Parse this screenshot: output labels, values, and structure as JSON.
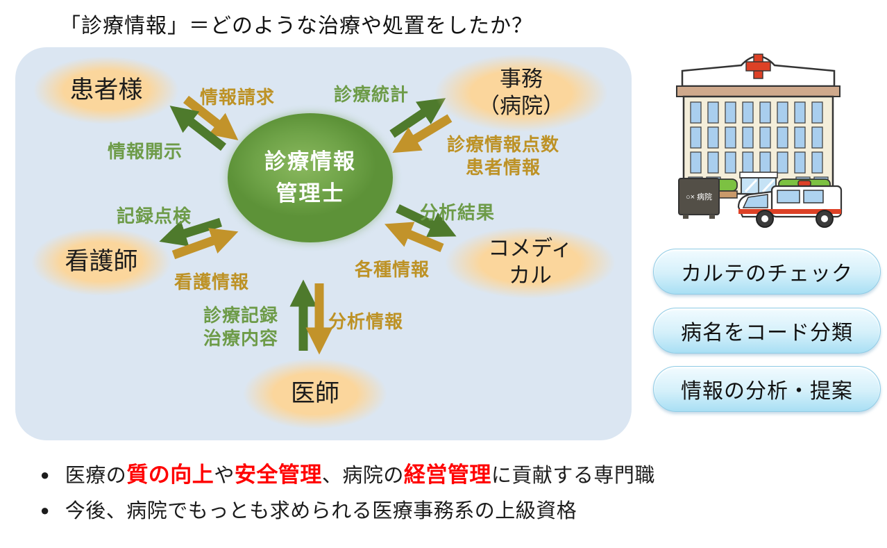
{
  "title": "「診療情報」＝どのような治療や処置をしたか？",
  "center": {
    "line1": "診療情報",
    "line2": "管理士"
  },
  "nodes": {
    "patient": "患者様",
    "office1": "事務",
    "office2": "（病院）",
    "nurse": "看護師",
    "comedical1": "コメディ",
    "comedical2": "カル",
    "doctor": "医師"
  },
  "flows": {
    "request": "情報請求",
    "disclosure": "情報開示",
    "stats": "診療統計",
    "points": "診療情報点数",
    "patient_info": "患者情報",
    "record_check": "記録点検",
    "nursing": "看護情報",
    "analysis_result": "分析結果",
    "various": "各種情報",
    "record": "診療記録",
    "treatment": "治療内容",
    "analysis_info": "分析情報"
  },
  "hospital": {
    "sign": "○× 病院"
  },
  "tasks": [
    "カルテのチェック",
    "病名をコード分類",
    "情報の分析・提案"
  ],
  "bullets": {
    "marker": "●",
    "b1": {
      "s1": "医療の",
      "s2": "質の向上",
      "s3": "や",
      "s4": "安全管理",
      "s5": "、病院の",
      "s6": "経営管理",
      "s7": "に貢献する専門職"
    },
    "b2": "今後、病院でもっとも求められる医療事務系の上級資格"
  },
  "colors": {
    "panel_blue": "#dbe6f2",
    "node_orange": "#fbd69c",
    "center_green": "#6fa348",
    "arrow_green": "#4e7a2c",
    "arrow_gold": "#c2932a",
    "label_green": "#6d9b48",
    "label_gold": "#bd9226",
    "task_pill_blue": "#a9dff4",
    "red_text": "#ff0000"
  }
}
